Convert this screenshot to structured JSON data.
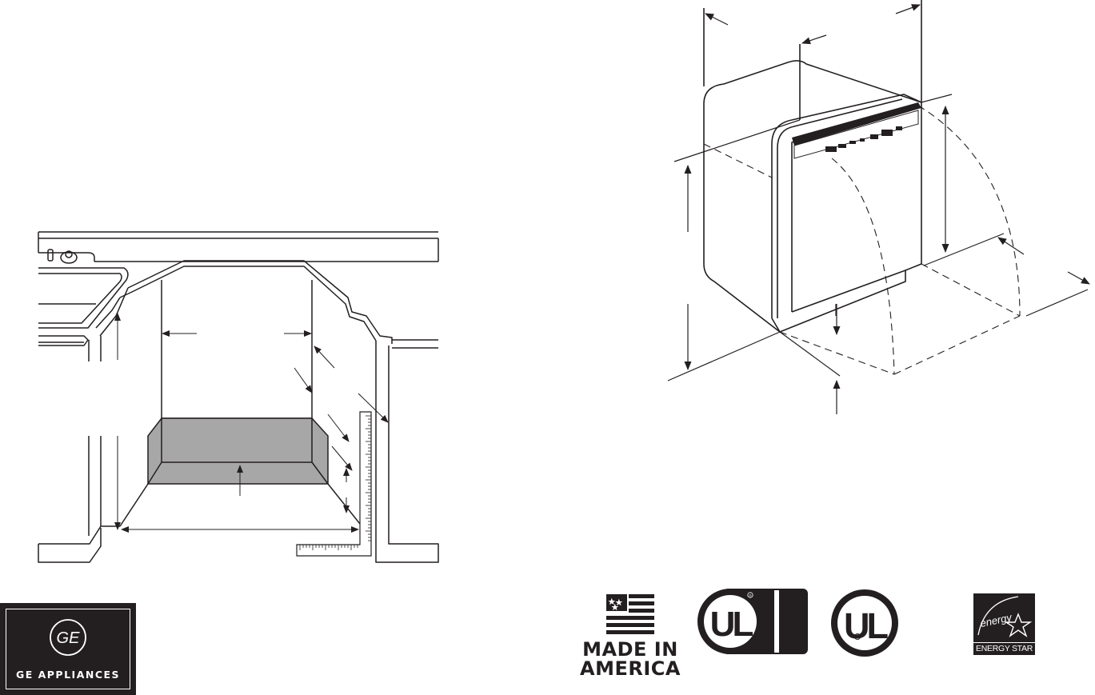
{
  "brand": {
    "name": "GE APPLIANCES",
    "monogram": "GE"
  },
  "certifications": {
    "made_in_america": [
      "MADE IN",
      "AMERICA"
    ],
    "ul_mark": "UL",
    "registered_mark": "®",
    "energy_star_script": "energy",
    "energy_star_label": "ENERGY STAR"
  },
  "colors": {
    "ink": "#231f20",
    "cavity_floor": "#a7a7a7",
    "background": "#ffffff"
  },
  "icons": [
    "flag-icon",
    "ul-listed-icon",
    "ul-recognized-icon",
    "energy-star-icon",
    "ge-monogram-icon"
  ]
}
